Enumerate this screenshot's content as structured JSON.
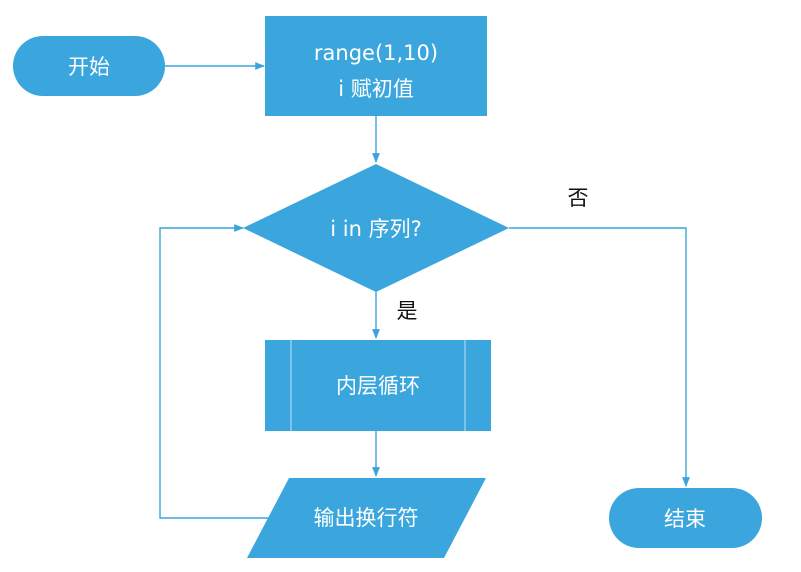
{
  "colors": {
    "node_fill": "#3ba6dd",
    "edge": "#3aa5dc",
    "text_on_node": "#ffffff",
    "label": "#111111"
  },
  "nodes": {
    "start": "开始",
    "init_line1": "range(1,10)",
    "init_line2": "i 赋初值",
    "decision": "i in 序列?",
    "inner_loop": "内层循环",
    "output": "输出换行符",
    "end": "结束"
  },
  "edge_labels": {
    "no": "否",
    "yes": "是"
  }
}
